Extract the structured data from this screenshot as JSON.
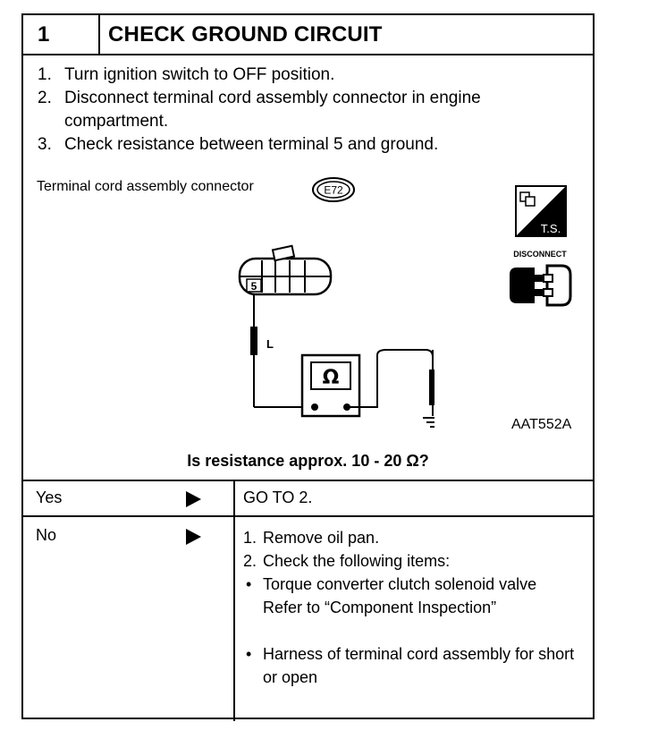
{
  "step": {
    "number": "1",
    "title": "CHECK GROUND CIRCUIT"
  },
  "instructions": [
    {
      "n": "1.",
      "text": "Turn ignition switch to OFF position."
    },
    {
      "n": "2.",
      "text": "Disconnect terminal cord assembly connector in engine compartment."
    },
    {
      "n": "3.",
      "text": "Check resistance between terminal 5 and ground."
    }
  ],
  "connector": {
    "label": "Terminal cord assembly connector",
    "code": "E72"
  },
  "diagram": {
    "terminal": "5",
    "wire_color": "L",
    "meter_symbol": "Ω",
    "icon_ts_label": "T.S.",
    "icon_disconnect_label": "DISCONNECT",
    "ref_code": "AAT552A"
  },
  "question": "Is resistance approx. 10 - 20 Ω?",
  "answers": {
    "yes": {
      "label": "Yes",
      "action": "GO TO 2."
    },
    "no": {
      "label": "No",
      "steps": [
        {
          "n": "1.",
          "text": "Remove oil pan."
        },
        {
          "n": "2.",
          "text": "Check the following items:"
        }
      ],
      "items": [
        {
          "text": "Torque converter clutch solenoid valve",
          "note": "Refer to “Component Inspection”"
        },
        {
          "text": "Harness of terminal cord assembly for short or open"
        }
      ]
    }
  }
}
